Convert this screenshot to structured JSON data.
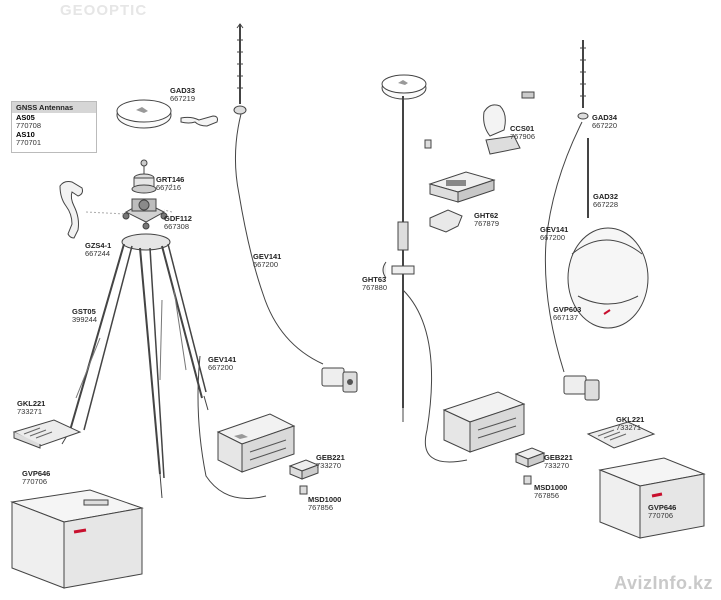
{
  "branding": {
    "logo_text": "GEOOPTIC",
    "watermark": "AvizInfo.kz"
  },
  "colors": {
    "line": "#444444",
    "fill": "#f0f0f0",
    "leica_red": "#c8102e"
  },
  "gnss_box": {
    "header": "GNSS Antennas",
    "items": [
      {
        "code": "AS05",
        "num": "770708"
      },
      {
        "code": "AS10",
        "num": "770701"
      }
    ]
  },
  "labels": {
    "gad33": {
      "code": "GAD33",
      "num": "667219"
    },
    "grt146": {
      "code": "GRT146",
      "num": "667216"
    },
    "gdf112": {
      "code": "GDF112",
      "num": "667308"
    },
    "gzs4": {
      "code": "GZS4-1",
      "num": "667244"
    },
    "gev141_a": {
      "code": "GEV141",
      "num": "667200"
    },
    "gst05": {
      "code": "GST05",
      "num": "399244"
    },
    "gev141_b": {
      "code": "GEV141",
      "num": "667200"
    },
    "gkl221_a": {
      "code": "GKL221",
      "num": "733271"
    },
    "gvp646_a": {
      "code": "GVP646",
      "num": "770706"
    },
    "geb221_a": {
      "code": "GEB221",
      "num": "733270"
    },
    "msd1000_a": {
      "code": "MSD1000",
      "num": "767856"
    },
    "ccs01": {
      "code": "CCS01",
      "num": "767906"
    },
    "ght62": {
      "code": "GHT62",
      "num": "767879"
    },
    "ght63": {
      "code": "GHT63",
      "num": "767880"
    },
    "gad34": {
      "code": "GAD34",
      "num": "667220"
    },
    "gad32": {
      "code": "GAD32",
      "num": "667228"
    },
    "gev141_c": {
      "code": "GEV141",
      "num": "667200"
    },
    "gvp603": {
      "code": "GVP603",
      "num": "667137"
    },
    "gkl221_b": {
      "code": "GKL221",
      "num": "733271"
    },
    "geb221_b": {
      "code": "GEB221",
      "num": "733270"
    },
    "msd1000_b": {
      "code": "MSD1000",
      "num": "767856"
    },
    "gvp646_b": {
      "code": "GVP646",
      "num": "770706"
    }
  }
}
